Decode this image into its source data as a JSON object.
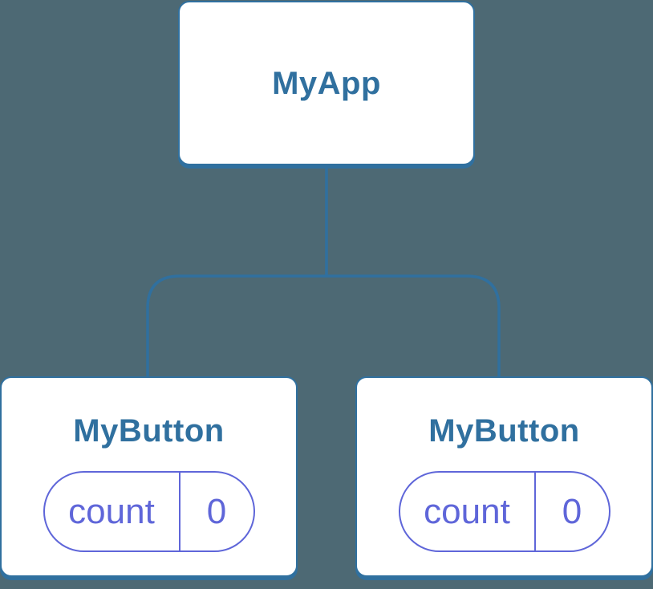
{
  "theme": {
    "bg": "#4D6974",
    "card": "#FFFFFF",
    "blue": "#30709F",
    "purple": "#5F66D9"
  },
  "diagram": {
    "description_label": "component-tree",
    "root": {
      "label": "MyApp"
    },
    "children": [
      {
        "label": "MyButton",
        "state": {
          "key": "count",
          "value": "0"
        }
      },
      {
        "label": "MyButton",
        "state": {
          "key": "count",
          "value": "0"
        }
      }
    ]
  }
}
